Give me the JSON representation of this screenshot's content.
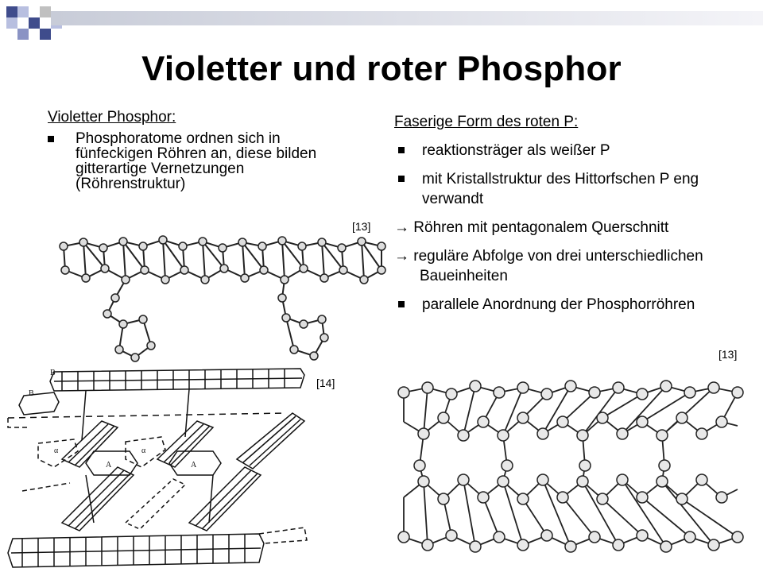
{
  "title": "Violetter und roter Phosphor",
  "left": {
    "heading": "Violetter Phosphor:",
    "bullets": [
      "Phosphoratome ordnen sich in fünfeckigen Röhren an, diese bilden gitterartige Vernetzungen (Röhrenstruktur)"
    ]
  },
  "right": {
    "heading": "Faserige Form des roten P:",
    "items": [
      {
        "type": "bullet",
        "text": "reaktionsträger als weißer P"
      },
      {
        "type": "bullet",
        "text": "mit Kristallstruktur des Hittorfschen P eng verwandt"
      },
      {
        "type": "arrow",
        "text": "→ Röhren mit pentagonalem Querschnitt"
      },
      {
        "type": "arrow",
        "text": "→ reguläre Abfolge von drei unterschiedlichen Baueinheiten"
      },
      {
        "type": "bullet",
        "text": "parallele Anordnung der Phosphorröhren"
      }
    ]
  },
  "refs": {
    "top_left": "[13]",
    "mid_left": "[14]",
    "right": "[13]"
  },
  "figure_labels": {
    "b1": "B",
    "b2": "B",
    "a1": "α",
    "a2": "A",
    "a3": "α",
    "a4": "A"
  },
  "colors": {
    "accent_dark": "#3f4c8c",
    "accent_light": "#b8bfe0",
    "gray": "#c0c0c0"
  }
}
